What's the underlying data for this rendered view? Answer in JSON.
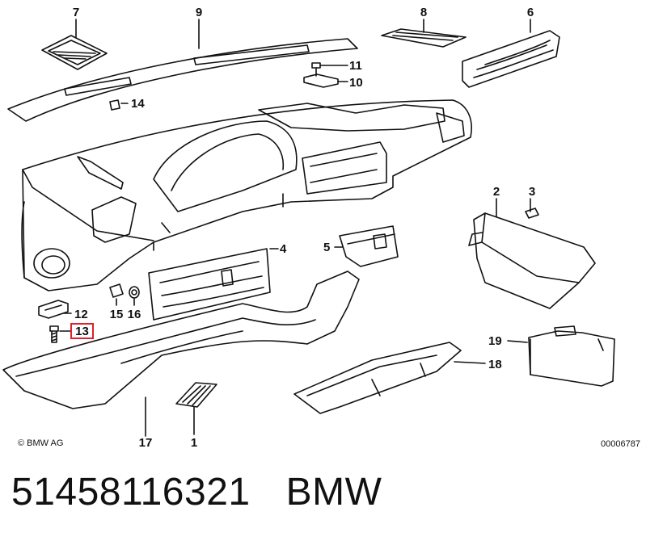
{
  "callouts": {
    "p1": "1",
    "p2": "2",
    "p3": "3",
    "p4": "4",
    "p5": "5",
    "p6": "6",
    "p7": "7",
    "p8": "8",
    "p9": "9",
    "p10": "10",
    "p11": "11",
    "p12": "12",
    "p13": "13",
    "p14": "14",
    "p15": "15",
    "p16": "16",
    "p17": "17",
    "p18": "18",
    "p19": "19"
  },
  "highlighted_part": "13",
  "highlight_color": "#e0202a",
  "copyright": "© BMW AG",
  "drawing_number": "00006787",
  "part_number": "51458116321",
  "brand": "BMW"
}
